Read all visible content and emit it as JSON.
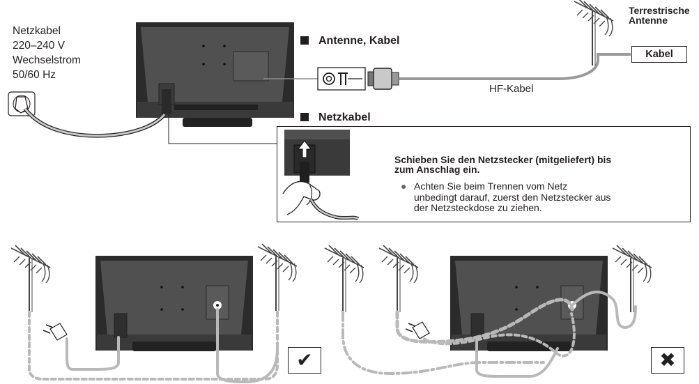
{
  "mains": {
    "label": "Netzkabel",
    "voltage": "220–240 V",
    "current_type": "Wechselstrom",
    "frequency": "50/60 Hz"
  },
  "sections": {
    "antenna": "Antenne, Kabel",
    "power": "Netzkabel"
  },
  "antenna": {
    "terrestrial_line1": "Terrestrische",
    "terrestrial_line2": "Antenne",
    "cable": "Kabel"
  },
  "cable_label": "HF-Kabel",
  "instruction": {
    "line1": "Schieben Sie den Netzstecker (mitgeliefert) bis",
    "line2": "zum Anschlag ein.",
    "bullet_line1": "Achten Sie beim Trennen vom Netz",
    "bullet_line2": "unbedingt darauf, zuerst den Netzstecker aus",
    "bullet_line3": "der Netzsteckdose zu ziehen."
  },
  "marks": {
    "correct": "✔",
    "wrong": "✖"
  },
  "colors": {
    "tv_body": "#4a4a4a",
    "tv_frame": "#2b2b2b",
    "cable_gray": "#b9b9b9",
    "text": "#231f20"
  }
}
